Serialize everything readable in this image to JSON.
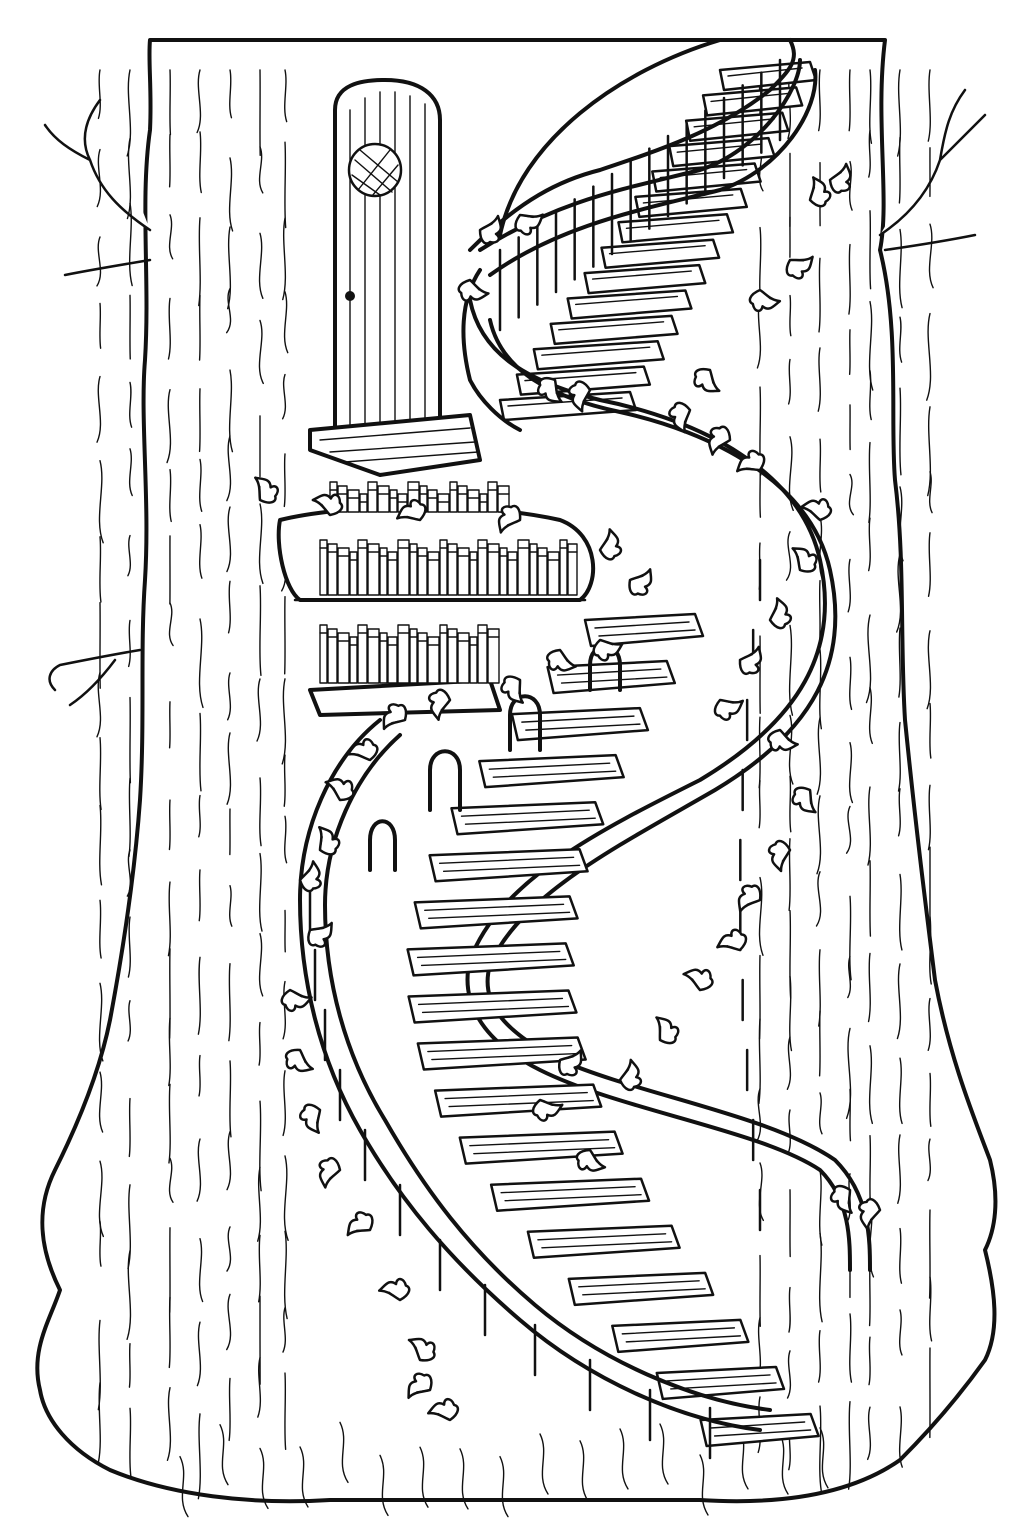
{
  "image": {
    "style": "line-art coloring page",
    "palette": {
      "ink": "#111111",
      "paper": "#ffffff"
    },
    "counts": {
      "lower_stair_steps": 18,
      "upper_stair_steps": 14,
      "arched_rail_loops": 4,
      "book_shelves": 3
    }
  }
}
